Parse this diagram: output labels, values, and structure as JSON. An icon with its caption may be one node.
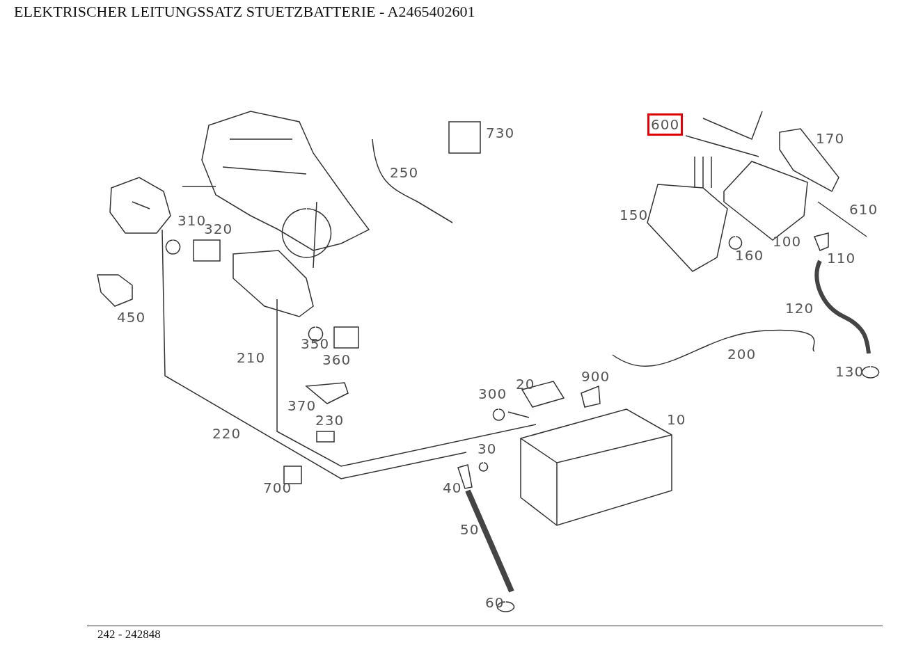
{
  "diagram": {
    "title": "ELEKTRISCHER LEITUNGSSATZ STUETZBATTERIE - A2465402601",
    "caption": "242 - 242848",
    "labels": [
      "730",
      "600",
      "170",
      "250",
      "610",
      "150",
      "310",
      "320",
      "100",
      "160",
      "110",
      "450",
      "120",
      "350",
      "210",
      "360",
      "200",
      "900",
      "20",
      "130",
      "300",
      "10",
      "370",
      "230",
      "220",
      "30",
      "700",
      "40",
      "50",
      "60"
    ]
  }
}
